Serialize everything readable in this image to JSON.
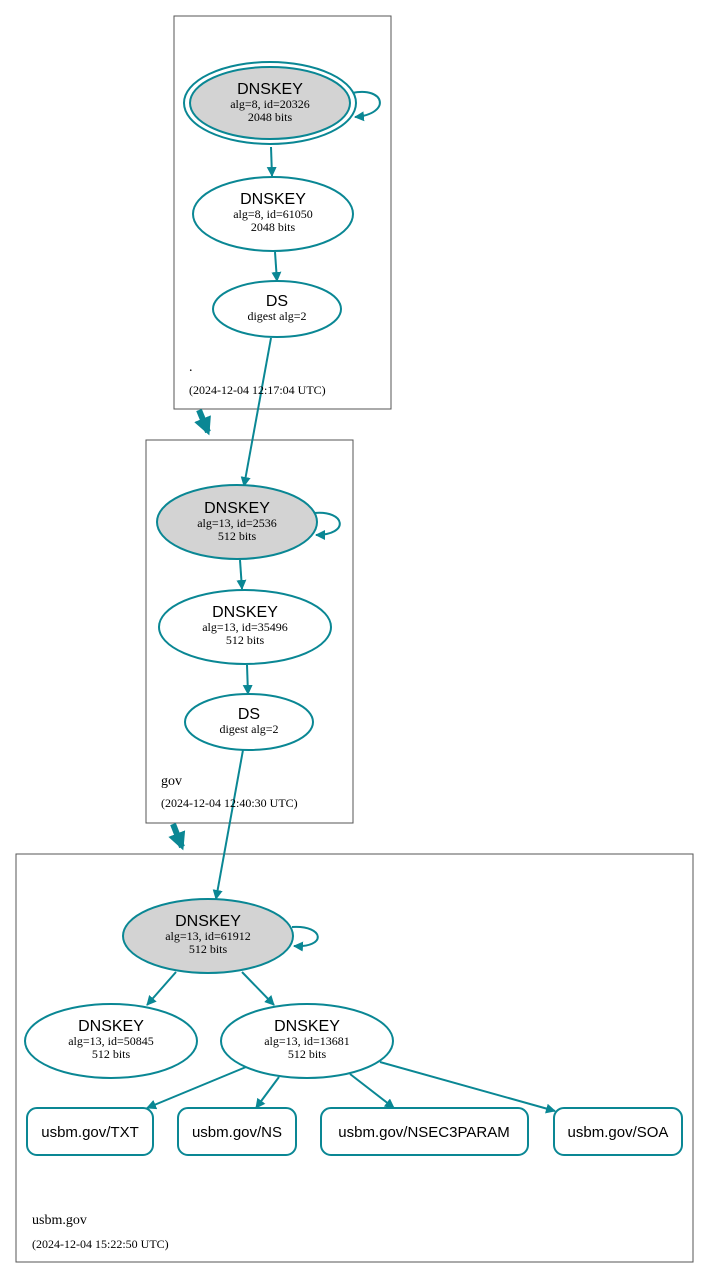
{
  "colors": {
    "edge": "#0a8794",
    "ksk_fill": "#d3d3d3",
    "zone_border": "#555555"
  },
  "zones": [
    {
      "name": ".",
      "timestamp": "(2024-12-04 12:17:04 UTC)",
      "nodes": [
        {
          "type": "DNSKEY",
          "line1": "alg=8, id=20326",
          "line2": "2048 bits"
        },
        {
          "type": "DNSKEY",
          "line1": "alg=8, id=61050",
          "line2": "2048 bits"
        },
        {
          "type": "DS",
          "line1": "digest alg=2"
        }
      ]
    },
    {
      "name": "gov",
      "timestamp": "(2024-12-04 12:40:30 UTC)",
      "nodes": [
        {
          "type": "DNSKEY",
          "line1": "alg=13, id=2536",
          "line2": "512 bits"
        },
        {
          "type": "DNSKEY",
          "line1": "alg=13, id=35496",
          "line2": "512 bits"
        },
        {
          "type": "DS",
          "line1": "digest alg=2"
        }
      ]
    },
    {
      "name": "usbm.gov",
      "timestamp": "(2024-12-04 15:22:50 UTC)",
      "nodes": [
        {
          "type": "DNSKEY",
          "line1": "alg=13, id=61912",
          "line2": "512 bits"
        },
        {
          "type": "DNSKEY",
          "line1": "alg=13, id=50845",
          "line2": "512 bits"
        },
        {
          "type": "DNSKEY",
          "line1": "alg=13, id=13681",
          "line2": "512 bits"
        }
      ],
      "rrsets": [
        "usbm.gov/TXT",
        "usbm.gov/NS",
        "usbm.gov/NSEC3PARAM",
        "usbm.gov/SOA"
      ]
    }
  ]
}
